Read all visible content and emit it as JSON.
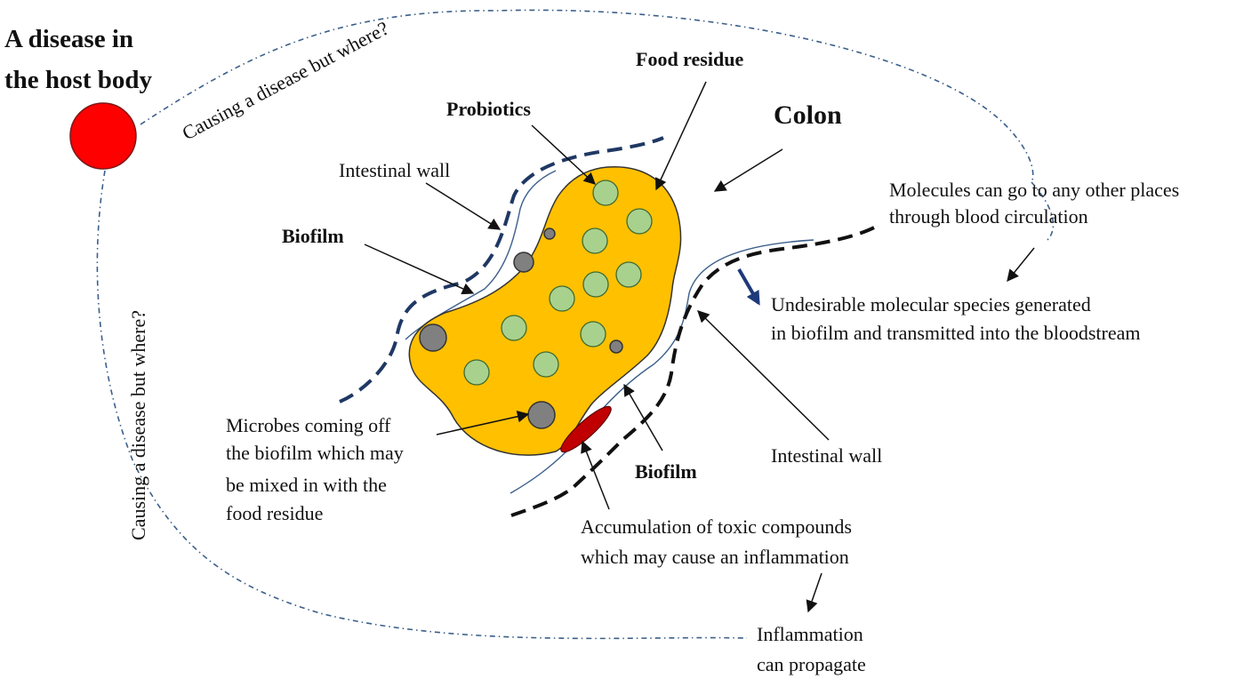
{
  "title": [
    "A disease in",
    "the host body"
  ],
  "colon": "Colon",
  "food_residue": "Food residue",
  "probiotics": "Probiotics",
  "intestinal_wall_top": "Intestinal wall",
  "biofilm_top": "Biofilm",
  "causing_top": "Causing a disease but where?",
  "causing_left": "Causing a disease but where?",
  "molecules": [
    "Molecules can go to any other places",
    "through blood circulation"
  ],
  "undesirable": [
    "Undesirable molecular species generated",
    "in biofilm and transmitted into the bloodstream"
  ],
  "microbes": [
    "Microbes coming off",
    "the biofilm which may",
    "be mixed in with the",
    "food residue"
  ],
  "biofilm_bottom": "Biofilm",
  "intestinal_wall_bottom": "Intestinal wall",
  "accumulation": [
    "Accumulation of toxic compounds",
    "which may cause an inflammation"
  ],
  "inflammation": [
    "Inflammation",
    "can propagate"
  ],
  "colors": {
    "disease_red": "#ff0000",
    "food_orange": "#ffc000",
    "probiotic_green": "#a9d18e",
    "microbe_gray": "#808080",
    "wall_blue": "#1f3864",
    "biofilm_red": "#c00000",
    "arrow_navy": "#1f3a7a"
  }
}
